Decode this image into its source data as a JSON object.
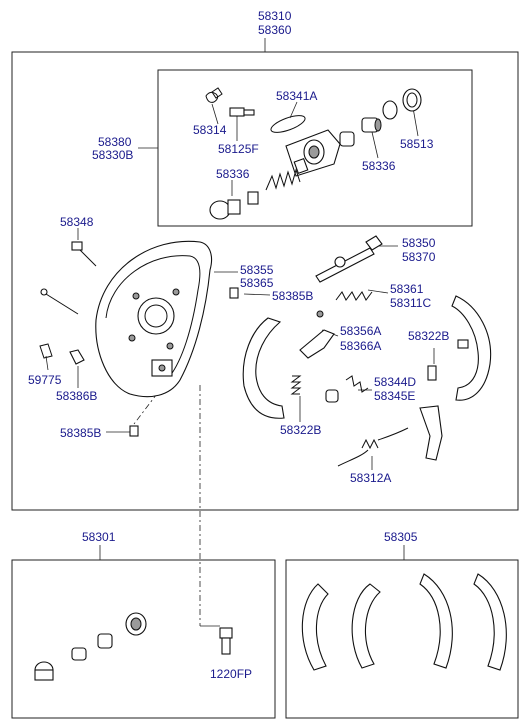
{
  "title_labels": [
    "58310",
    "58360"
  ],
  "callouts": {
    "c58341A": "58341A",
    "c58314": "58314",
    "c58125F": "58125F",
    "c58513": "58513",
    "c58380": "58380",
    "c58330B": "58330B",
    "c58336a": "58336",
    "c58336b": "58336",
    "c58348": "58348",
    "c58350": "58350",
    "c58370": "58370",
    "c58355": "58355",
    "c58365": "58365",
    "c58385Ba": "58385B",
    "c58361": "58361",
    "c58311C": "58311C",
    "c58356A": "58356A",
    "c58366A": "58366A",
    "c58322Ba": "58322B",
    "c59775": "59775",
    "c58386B": "58386B",
    "c58344D": "58344D",
    "c58345E": "58345E",
    "c58322Bb": "58322B",
    "c58385Bb": "58385B",
    "c58312A": "58312A",
    "c58301": "58301",
    "c58305": "58305",
    "c1220FP": "1220FP"
  }
}
